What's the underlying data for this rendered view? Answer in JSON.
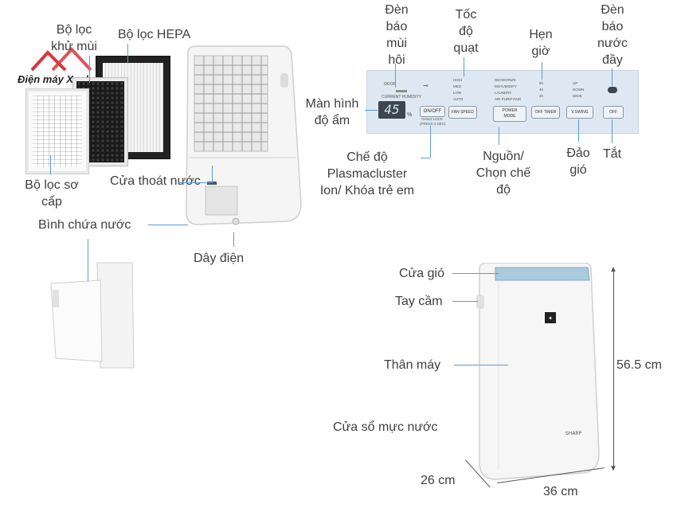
{
  "brand": {
    "logo_text": "Điện máy Xanh",
    "device_brand": "SHARP"
  },
  "filters": {
    "hepa": "Bộ lọc HEPA",
    "odor": "Bộ lọc khử mùi",
    "pre": "Bộ lọc sơ cấp"
  },
  "back_unit": {
    "drain": "Cửa thoát nước",
    "tank": "Bình chứa nước",
    "cord": "Dây điện"
  },
  "panel_labels": {
    "odor_light": "Đèn báo mùi hôi",
    "fan_speed": "Tốc độ quạt",
    "timer": "Hẹn giờ",
    "tank_full_light": "Đèn báo nước đầy",
    "humidity_display": "Màn hình độ ẩm",
    "plasmacluster": "Chế độ Plasmacluster Ion/ Khóa trẻ em",
    "power_mode": "Nguồn/ Chọn chế độ",
    "swing": "Đảo gió",
    "off": "Tắt"
  },
  "panel": {
    "odor": "ODOR",
    "current_humidity": "CURRENT HUMIDITY",
    "display_value": "45",
    "percent": "%",
    "on_off": "ON/OFF",
    "child_lock": "CHILD LOCK",
    "press_sec": "(PRESS 3 SEC)",
    "fan_levels": [
      "HIGH",
      "MED",
      "LOW",
      "AUTO"
    ],
    "fan_speed_btn": "FAN SPEED",
    "modes": [
      "DEODORIZE",
      "DEHUMIDIFY",
      "LAUNDRY",
      "AIR PURIFYING"
    ],
    "power_btn": "POWER",
    "mode_btn": "MODE",
    "timer_levels": [
      "6h",
      "4h",
      "2h"
    ],
    "off_timer_btn": "OFF TIMER",
    "swing_levels": [
      "UP",
      "DOWN",
      "WIDE"
    ],
    "vswing_btn": "V.SWING",
    "off_btn": "OFF"
  },
  "front_unit": {
    "vent": "Cửa gió",
    "handle": "Tay cầm",
    "body": "Thân máy",
    "window": "Cửa sổ mực nước",
    "height": "56.5 cm",
    "depth": "26 cm",
    "width": "36 cm"
  },
  "colors": {
    "accent": "#5b9bd5",
    "panel": "#dde8f2",
    "display": "#3d4650"
  }
}
